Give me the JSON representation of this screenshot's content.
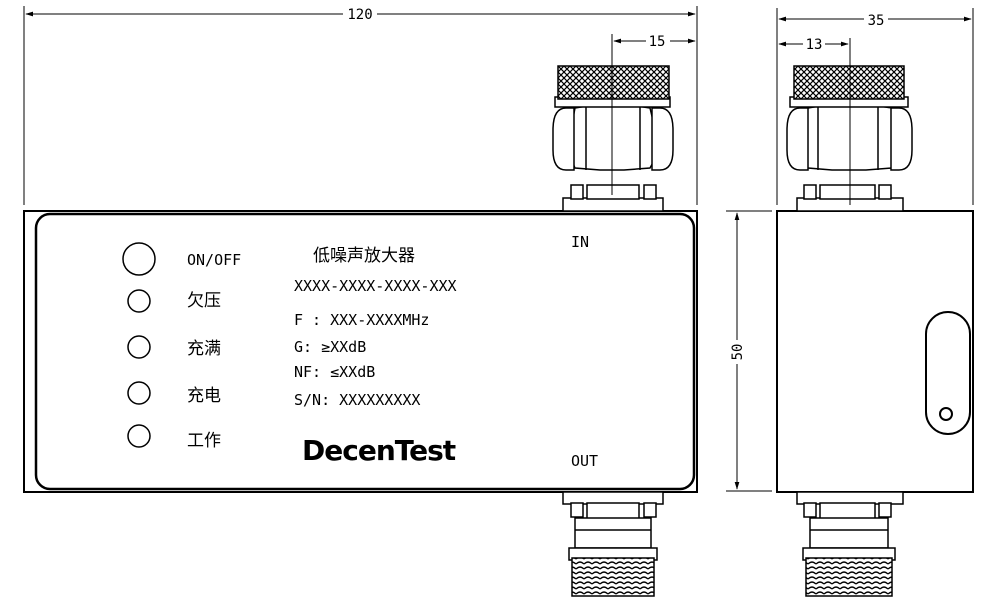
{
  "dimensions": {
    "width_front": "120",
    "connector_offset_front": "15",
    "width_side": "35",
    "connector_offset_side": "13",
    "height": "50"
  },
  "indicators": [
    {
      "label": "ON/OFF"
    },
    {
      "label": "欠压"
    },
    {
      "label": "充满"
    },
    {
      "label": "充电"
    },
    {
      "label": "工作"
    }
  ],
  "product": {
    "title": "低噪声放大器",
    "model": "XXXX-XXXX-XXXX-XXX",
    "freq": "F : XXX-XXXXMHz",
    "gain": "G: ≥XXdB",
    "nf": "NF: ≤XXdB",
    "sn": "S/N: XXXXXXXXX",
    "logo": "DecenTest"
  },
  "ports": {
    "in": "IN",
    "out": "OUT"
  }
}
